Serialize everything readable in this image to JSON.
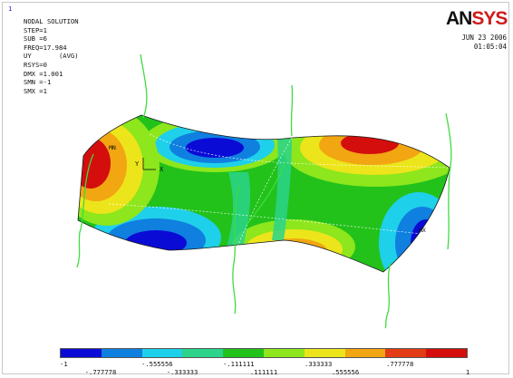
{
  "window": {
    "number": "1"
  },
  "info": {
    "title": "NODAL SOLUTION",
    "step": "STEP=1",
    "sub": "SUB =6",
    "freq": "FREQ=17.984",
    "uy": "UY       (AVG)",
    "rsys": "RSYS=0",
    "dmx": "DMX =1.001",
    "smn": "SMN =-1",
    "smx": "SMX =1"
  },
  "logo": {
    "part1": "AN",
    "part2": "SYS"
  },
  "datetime": {
    "date": "JUN 23 2006",
    "time": "01:05:04"
  },
  "axis": {
    "y": "Y",
    "x": "X"
  },
  "markers": {
    "min": "MN",
    "max": "MX"
  },
  "colorbar": {
    "colors": [
      "#0b0bd6",
      "#0f7fe0",
      "#1fd0ea",
      "#2bd48a",
      "#22c21b",
      "#8ee61c",
      "#ece51b",
      "#f1a612",
      "#e33b16",
      "#d40d0d"
    ],
    "top_labels": [
      "-1",
      "-.555556",
      "-.111111",
      ".333333",
      ".777778"
    ],
    "bottom_labels": [
      "-.777778",
      "-.333333",
      ".111111",
      ".555556",
      "1"
    ]
  }
}
